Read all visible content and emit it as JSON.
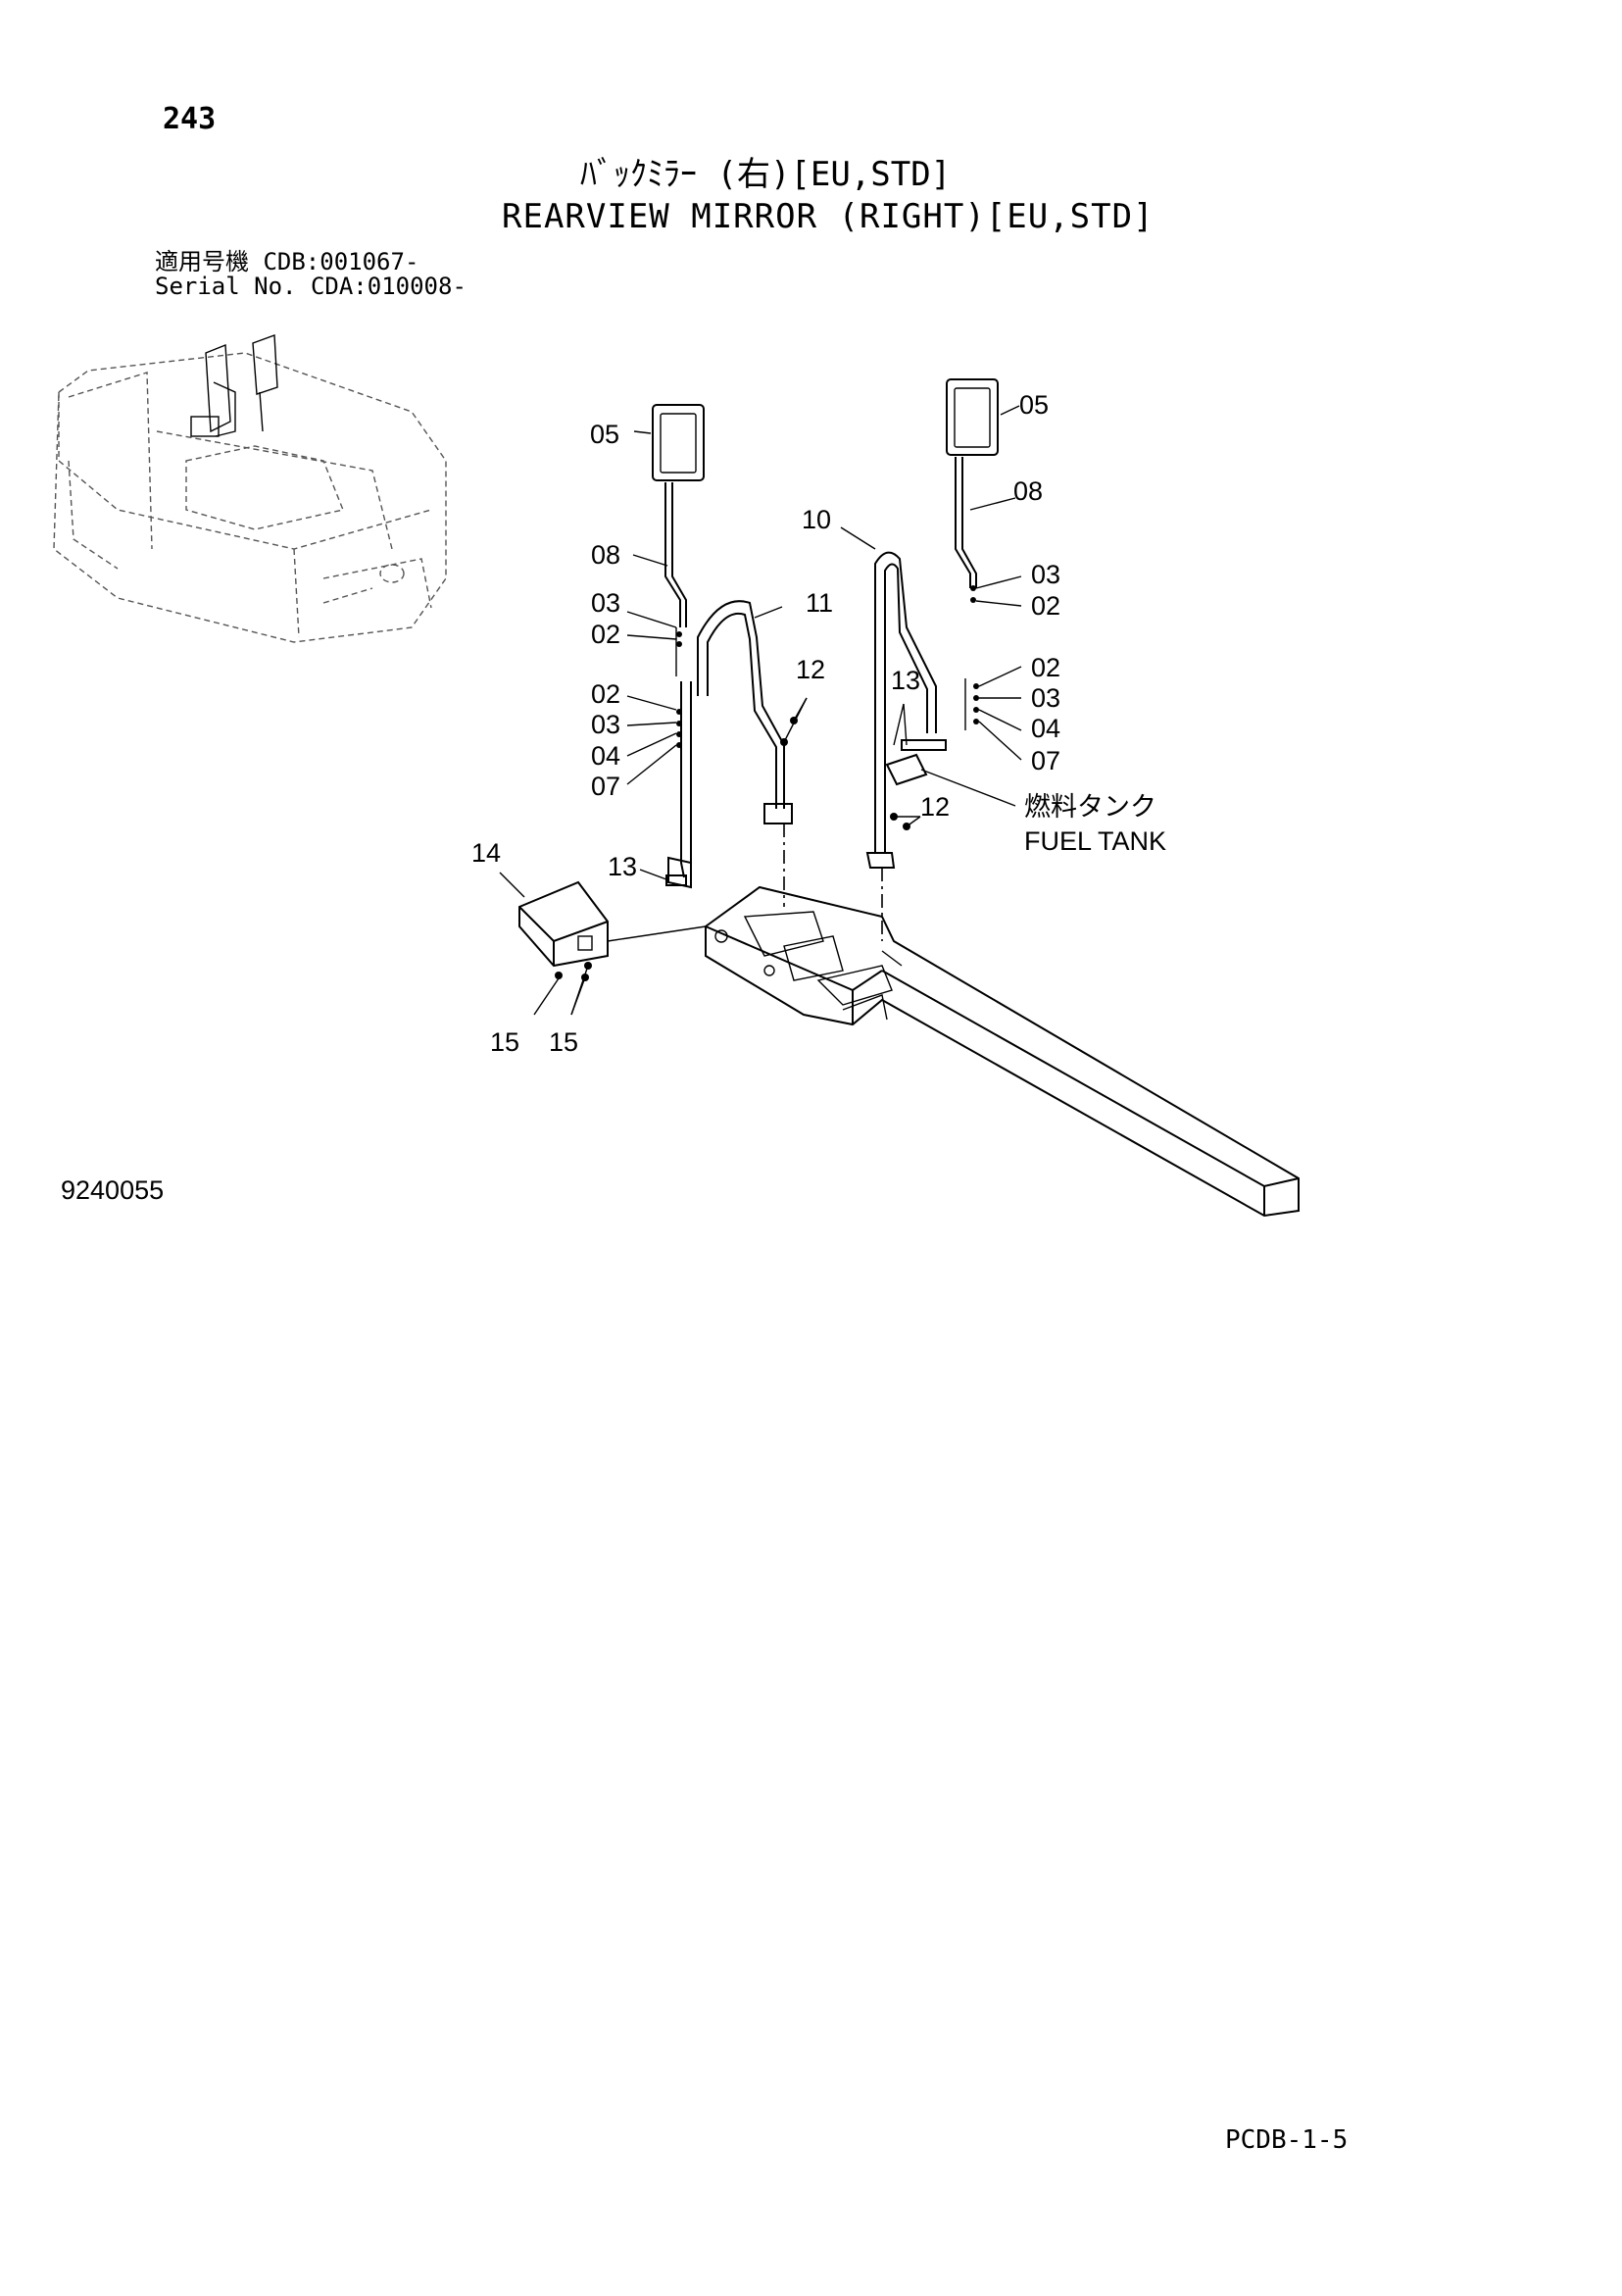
{
  "page_number": "243",
  "title_jp": "ﾊﾞｯｸﾐﾗｰ (右)[EU,STD]",
  "title_en": "REARVIEW MIRROR (RIGHT)[EU,STD]",
  "serial": {
    "label_jp": "適用号機",
    "value_1": "CDB:001067-",
    "label_en": "Serial No.",
    "value_2": "CDA:010008-"
  },
  "callouts": {
    "p05_left": "05",
    "p05_right": "05",
    "p08_left": "08",
    "p08_right": "08",
    "p10": "10",
    "p11": "11",
    "p03_l1": "03",
    "p02_l1": "02",
    "p02_l2": "02",
    "p03_l2": "03",
    "p04_l": "04",
    "p07_l": "07",
    "p03_r1": "03",
    "p02_r1": "02",
    "p02_r2": "02",
    "p03_r2": "03",
    "p04_r": "04",
    "p07_r": "07",
    "p12_a": "12",
    "p12_b": "12",
    "p13_a": "13",
    "p13_b": "13",
    "p14": "14",
    "p15_a": "15",
    "p15_b": "15"
  },
  "fuel_tank": {
    "jp": "燃料タンク",
    "en": "FUEL TANK"
  },
  "drawing_number": "9240055",
  "page_code": "PCDB-1-5"
}
